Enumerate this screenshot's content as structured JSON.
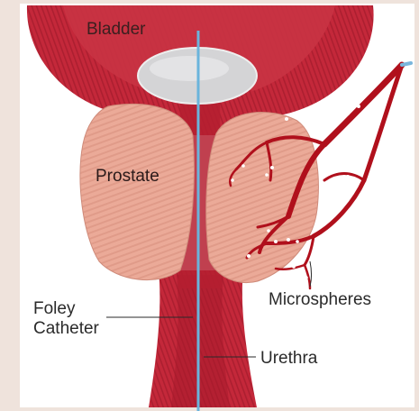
{
  "labels": {
    "bladder": "Bladder",
    "prostate": "Prostate",
    "foley_line1": "Foley",
    "foley_line2": "Catheter",
    "microspheres": "Microspheres",
    "urethra": "Urethra"
  },
  "colors": {
    "muscle": "#c4283a",
    "muscle_dark": "#8e1424",
    "prostate": "#ebaa98",
    "prostate_stripe": "#d78d7b",
    "balloon": "#d4d4d6",
    "catheter": "#6ab4dc",
    "artery": "#b0101c",
    "microsphere": "#ffffff",
    "frame": "#efe3dc"
  }
}
